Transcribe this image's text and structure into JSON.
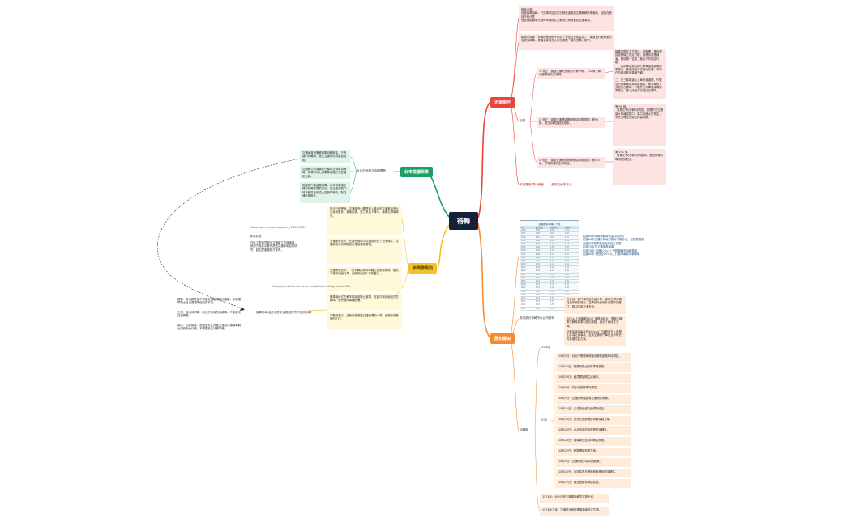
{
  "center": {
    "label": "待轉"
  },
  "branches": {
    "red": {
      "label": "迅速崩坏",
      "color": "#e8453c"
    },
    "green": {
      "label": "北市提議改革",
      "color": "#1aa063"
    },
    "yellow": {
      "label": "新聞帶風向",
      "color": "#f2c12e"
    },
    "orange": {
      "label": "歷史緣由",
      "color": "#f7892e"
    }
  },
  "red_notes": {
    "n1": "數據出現：\n信號機車待轉，只見車車搶位的已數從道路到左轉轉轉效率偏低，因為在數據不穩代表\n信號燈給機車行駛時有兩段式左轉的比例而被反交通事故。",
    "n2": "新版法規條「有道理實施即不適合了安全性及效益比」，最新進行較修更的信號待轉車，便懶主導這些大部分權限『機汽式車』權了。",
    "law1": "1. 修正《道路交通安全規則》第99條、102條，解決機車兩段式待轉。",
    "detail1": "機車行駛至交岔路口，其號標，應依標誌或標線之規定行駛；無標誌或標線者，應依第一百零二條及下列規定行駛：\n一、內側車道為右轉行駛車道或者專用車道者，應依兩段方式進行左轉。不得在內側或其設車道左轉。\n\n二、在三條車道以上單行道道路，行駛至右側車道或專用車道者，應以兩段方式進行左轉時。行駛於左側車道或專用車道者，應以兩段方式進行右轉時。",
    "law2": "2. 修正《道路交通標誌標線號誌設置規則》第99條，提交待轉區劃設規準。",
    "detail2": "第 99 條\n  設置左轉(右轉)待轉區，設置於已交通量大車道或路口，路口寬度大於規定，中央分隔島寬度足夠者為限。",
    "law3": "3. 修正《道路交通標誌標線號誌設置規則》第191條，不得設置於全部時相。",
    "detail3": "第 191 條\n  設置左轉(右轉)待轉區時，應注意轉向專用號誌配合。",
    "label_lawchange": "法規",
    "bottom_line": "不設置機 車待轉格 —— 應能交通事不法"
  },
  "green_notes": {
    "branch_text": "台北市首都交待轉問題",
    "n1": "交通局曾與警察局車待轉數量、只有路口待轉時，發生交通事件時數據說明。",
    "n2": "交通局公布專道在已機車左轉車待轉時，發現有約七成車導進路方式受偵定左轉。",
    "n3": "無論是汽車還是機車，在年待車道左轉前就需要提前佔據。在交道在路口時待轉區者形成大量機車等待，對交通影響較大。"
  },
  "yellow_notes": {
    "n1": "新法已經實施，交通部長公開提到上路後的交通數據會比全臺灣更多。事故件數、死亡率皆下降中，機車右轉事故多。",
    "url1": "https://udn.com/news/story/7315/7414",
    "label_news": "聯合新聞",
    "n2": "在民主黨議員提出交通新立法時議論，政府方面表示要先透過交通部和自行研究，設立配套措施才宣佈。",
    "n3": "交通局長表示，在這些條款中交通部分配了更多條件，交通部表示待轉區設計應被重新審視。",
    "n4": "交通局長表示，『在待轉區和停車線之間設置線條，雖然不會有改變行車，但能有效減少事故發生。』",
    "n5": "機車兩段式左轉不能強迫騎士選擇，在路口使用兩段式左轉時，也會造成車輛回堵。",
    "url2": "https://news.ltn.com.tw/news/life/breakingnews/4135",
    "n6": "市警局表示，這些都是道路交通管理的一環，也是政府應做的工作。",
    "label_policy": "機車待轉格依法應交道路處理會不應設待轉",
    "left1": "觀察：有待轉區並不會讓交通變得更加壅塞，而是機車騎士自己要選擇使用或不用。",
    "left2": "工程：取消待轉車，取消方向後的待轉車，不能解決交通問題。",
    "left3": "解法：加強取締，透過設定及改善交通設計讓機車騎士能夠安全行駛，不需要設立待轉車格。"
  },
  "orange_notes": {
    "table_title": "道路機車待轉三十年",
    "table_head": [
      "年份",
      "機車數量",
      "待轉區數",
      "事故率"
    ],
    "table_rows": [
      [
        "1990",
        "7.51",
        "0.89",
        "1.01"
      ],
      [
        "1991",
        "7.92",
        "0.93",
        "1.06"
      ],
      [
        "1992",
        "8.12",
        "0.95",
        "1.10"
      ],
      [
        "1993",
        "8.40",
        "0.98",
        "1.14"
      ],
      [
        "1994",
        "8.72",
        "1.02",
        "1.18"
      ],
      [
        "1995",
        "9.01",
        "1.05",
        "1.20"
      ],
      [
        "1996",
        "9.33",
        "1.09",
        "1.22"
      ],
      [
        "1997",
        "9.60",
        "1.12",
        "1.25"
      ],
      [
        "1998",
        "9.88",
        "1.15",
        "1.27"
      ],
      [
        "1999",
        "10.1",
        "1.18",
        "1.30"
      ],
      [
        "2000",
        "10.4",
        "1.21",
        "1.31"
      ],
      [
        "2001",
        "10.6",
        "1.24",
        "1.33"
      ],
      [
        "2002",
        "10.9",
        "1.27",
        "1.35"
      ],
      [
        "2003",
        "11.2",
        "1.30",
        "1.36"
      ],
      [
        "2004",
        "11.5",
        "1.33",
        "1.38"
      ],
      [
        "2005",
        "11.8",
        "1.36",
        "1.39"
      ],
      [
        "2006",
        "12.0",
        "1.39",
        "1.41"
      ],
      [
        "2007",
        "12.3",
        "1.41",
        "1.42"
      ],
      [
        "2008",
        "12.6",
        "1.44",
        "1.43"
      ],
      [
        "2009",
        "12.9",
        "1.47",
        "1.44"
      ],
      [
        "2010",
        "13.1",
        "1.50",
        "1.45"
      ],
      [
        "2011",
        "13.4",
        "1.53",
        "1.46"
      ],
      [
        "2012",
        "13.6",
        "1.55",
        "1.47"
      ],
      [
        "2013",
        "13.8",
        "1.58",
        "1.48"
      ]
    ],
    "table_note": "民國64年時期待轉車數量(安全問)\n民國68年交通部與地方管行汽機分流，並擴展增設\n全國行車機車數量而遭到左右限\n民國70年左交通部應機車\n民國76年 亮機10%以上行駛車輛到待轉車格\n民國85年 開放全10%以上行駛車輛到待轉車格",
    "why_label": "為何設計待轉所以台灣都有",
    "why1": "在台灣，機汽車在過去兩行車，路口左轉待轉交通事故的增加，左轉部分的設計已經不能應付，路口改善交通安全。",
    "why2": "90%以上機車轉道以上道路都增大，要減少機車左轉時與車對撞的風險，設計了兩段式左轉。",
    "why3": "近數年機車每年在500cc以下待轉過去一年發生各項交通事故，並與交通部門單位合作研究的各種可能方案。",
    "history_label": "待轉機",
    "years_label": "1974年",
    "year_sub": "1970",
    "events": [
      "10月4日：台北市警察局研議待轉規劃機車待轉區。",
      "10月26日：警察局提出新機車規劃案。",
      "10月30日：議員開始關注此案件。",
      "10月6日：初步規劃機車待轉區。",
      "10月9日：交通部研議設置交通標誌標線。",
      "10月10日：立法院通過交通規則修正。",
      "10月13日：台灣交通部確認待轉規劃方案。",
      "10月20日：台北市政府宣布實施待轉區。",
      "10月24日：機車騎士反映待轉區問題。",
      "10月27日：研擬標線設置方案。",
      "10月4日：交通局表示將持續觀察。",
      "10月18日：台灣區各市縣陸續跟進設置待轉區。",
      "10月27日：確定實施待轉區制度。"
    ],
    "bottom1": "1974年：台北市設立機車待轉區試辦計畫。",
    "bottom2": "1976年之後，交通部全面推廣機車兩段式左轉。"
  }
}
